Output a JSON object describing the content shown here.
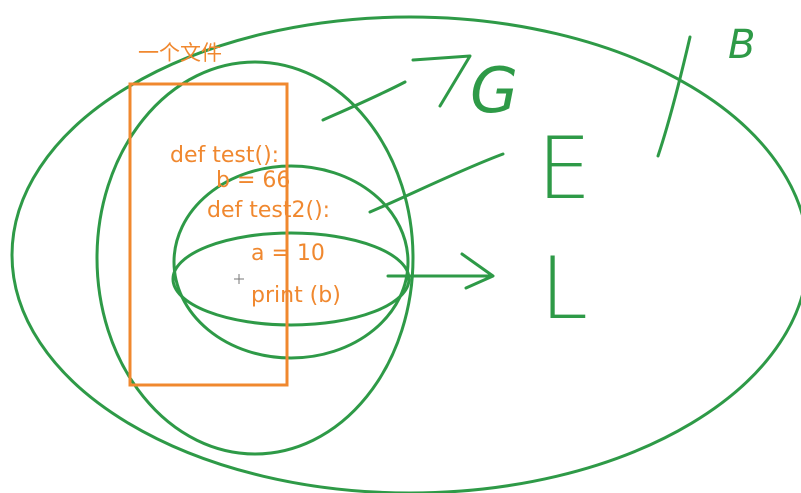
{
  "colors": {
    "green": "#2e9a47",
    "orange": "#f0882f",
    "background": "#ffffff"
  },
  "file_label": "一个文件",
  "code": {
    "line1": "def test():",
    "line2": "b = 66",
    "line3": "def test2():",
    "line4": "a = 10",
    "line5": "print (b)"
  },
  "scope_letters": {
    "builtin": "B",
    "global": "G",
    "enclosing": "E",
    "local": "L"
  }
}
